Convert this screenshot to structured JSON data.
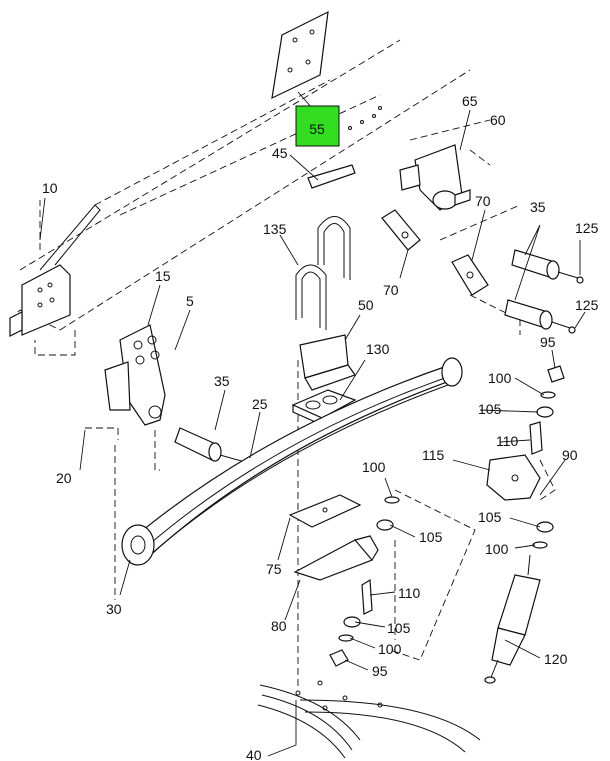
{
  "diagram": {
    "highlight_color": "#33dd22",
    "callouts": [
      {
        "id": "c55",
        "text": "55"
      },
      {
        "id": "c65",
        "text": "65"
      },
      {
        "id": "c60",
        "text": "60"
      },
      {
        "id": "c45",
        "text": "45"
      },
      {
        "id": "c10",
        "text": "10"
      },
      {
        "id": "c70a",
        "text": "70"
      },
      {
        "id": "c70b",
        "text": "70"
      },
      {
        "id": "c35a",
        "text": "35"
      },
      {
        "id": "c125a",
        "text": "125"
      },
      {
        "id": "c135",
        "text": "135"
      },
      {
        "id": "c15",
        "text": "15"
      },
      {
        "id": "c5",
        "text": "5"
      },
      {
        "id": "c125b",
        "text": "125"
      },
      {
        "id": "c50",
        "text": "50"
      },
      {
        "id": "c95a",
        "text": "95"
      },
      {
        "id": "c130",
        "text": "130"
      },
      {
        "id": "c100a",
        "text": "100"
      },
      {
        "id": "c35b",
        "text": "35"
      },
      {
        "id": "c25",
        "text": "25"
      },
      {
        "id": "c105a",
        "text": "105"
      },
      {
        "id": "c110a",
        "text": "110"
      },
      {
        "id": "c20",
        "text": "20"
      },
      {
        "id": "c115",
        "text": "115"
      },
      {
        "id": "c90",
        "text": "90"
      },
      {
        "id": "c100b",
        "text": "100"
      },
      {
        "id": "c105b",
        "text": "105"
      },
      {
        "id": "c105c",
        "text": "105"
      },
      {
        "id": "c100c",
        "text": "100"
      },
      {
        "id": "c75",
        "text": "75"
      },
      {
        "id": "c30",
        "text": "30"
      },
      {
        "id": "c110b",
        "text": "110"
      },
      {
        "id": "c80",
        "text": "80"
      },
      {
        "id": "c105d",
        "text": "105"
      },
      {
        "id": "c100d",
        "text": "100"
      },
      {
        "id": "c95b",
        "text": "95"
      },
      {
        "id": "c120",
        "text": "120"
      },
      {
        "id": "c40",
        "text": "40"
      }
    ]
  }
}
